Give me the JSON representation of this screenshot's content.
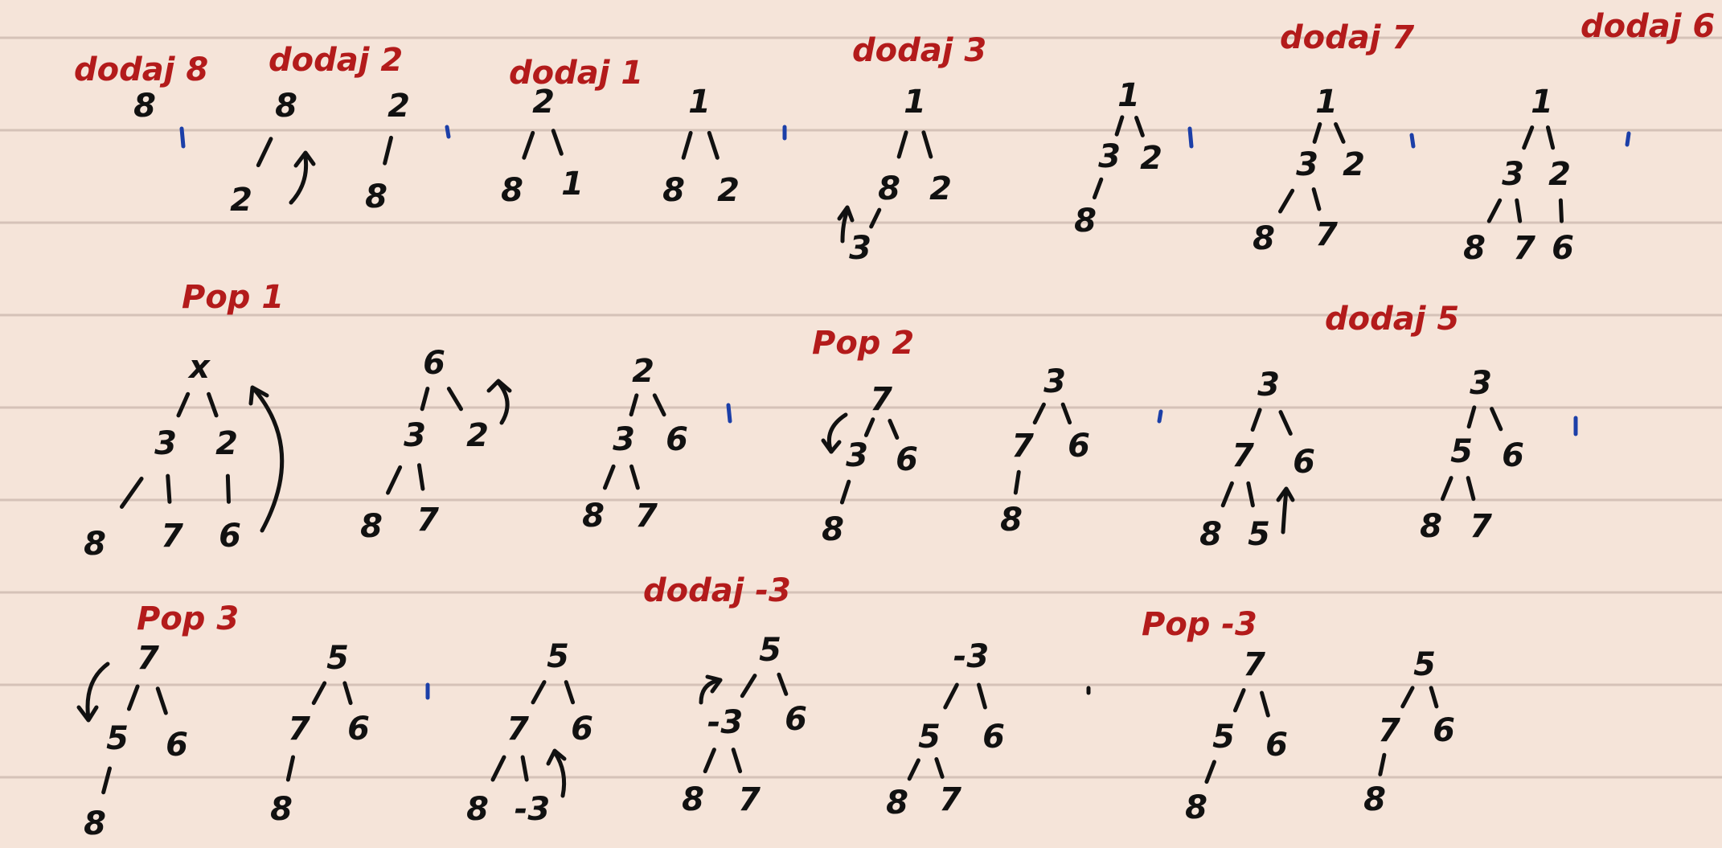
{
  "page": {
    "background": "#f5e4d9",
    "rule_color": "#d5c2b8",
    "ink_color": "#111111",
    "title_color": "#b31b1b",
    "separator_color": "#1c3fa8"
  },
  "titles": [
    {
      "label": "dodaj 8"
    },
    {
      "label": "dodaj 2"
    },
    {
      "label": "dodaj 1"
    },
    {
      "label": "dodaj 3"
    },
    {
      "label": "dodaj 7"
    },
    {
      "label": "dodaj 6"
    },
    {
      "label": "Pop 1"
    },
    {
      "label": "Pop 2"
    },
    {
      "label": "dodaj 5"
    },
    {
      "label": "Pop 3"
    },
    {
      "label": "dodaj -3"
    },
    {
      "label": "Pop -3"
    }
  ],
  "trees": [
    {
      "nodes": [
        "8"
      ]
    },
    {
      "nodes": [
        "8",
        "2"
      ]
    },
    {
      "nodes": [
        "2",
        "8"
      ]
    },
    {
      "nodes": [
        "2",
        "8",
        "1"
      ]
    },
    {
      "nodes": [
        "1",
        "8",
        "2"
      ]
    },
    {
      "nodes": [
        "1",
        "8",
        "2",
        "3"
      ]
    },
    {
      "nodes": [
        "1",
        "3",
        "2",
        "8"
      ]
    },
    {
      "nodes": [
        "1",
        "3",
        "2",
        "8",
        "7"
      ]
    },
    {
      "nodes": [
        "1",
        "3",
        "2",
        "8",
        "7",
        "6"
      ]
    },
    {
      "nodes": [
        "x",
        "3",
        "2",
        "8",
        "7",
        "6"
      ]
    },
    {
      "nodes": [
        "6",
        "3",
        "2",
        "8",
        "7"
      ]
    },
    {
      "nodes": [
        "2",
        "3",
        "6",
        "8",
        "7"
      ]
    },
    {
      "nodes": [
        "7",
        "3",
        "6",
        "8"
      ]
    },
    {
      "nodes": [
        "3",
        "7",
        "6",
        "8"
      ]
    },
    {
      "nodes": [
        "3",
        "7",
        "6",
        "8",
        "5"
      ]
    },
    {
      "nodes": [
        "3",
        "5",
        "6",
        "8",
        "7"
      ]
    },
    {
      "nodes": [
        "7",
        "5",
        "6",
        "8"
      ]
    },
    {
      "nodes": [
        "5",
        "7",
        "6",
        "8"
      ]
    },
    {
      "nodes": [
        "5",
        "7",
        "6",
        "8",
        "-3"
      ]
    },
    {
      "nodes": [
        "5",
        "-3",
        "6",
        "8",
        "7"
      ]
    },
    {
      "nodes": [
        "-3",
        "5",
        "6",
        "8",
        "7"
      ]
    },
    {
      "nodes": [
        "7",
        "5",
        "6",
        "8"
      ]
    },
    {
      "nodes": [
        "5",
        "7",
        "6",
        "8"
      ]
    }
  ]
}
